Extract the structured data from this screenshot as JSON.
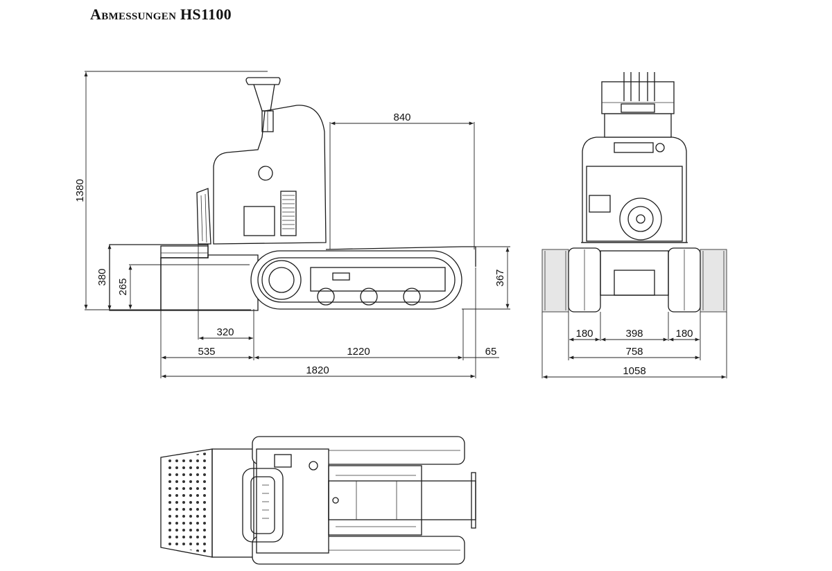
{
  "title": "Abmessungen HS1100",
  "side_view": {
    "dim_height_total": "1380",
    "dim_width_top": "840",
    "dim_height_380": "380",
    "dim_height_265": "265",
    "dim_height_367": "367",
    "dim_320": "320",
    "dim_535": "535",
    "dim_1220": "1220",
    "dim_65": "65",
    "dim_1820": "1820"
  },
  "front_view": {
    "dim_180_left": "180",
    "dim_398": "398",
    "dim_180_right": "180",
    "dim_758": "758",
    "dim_1058": "1058"
  }
}
